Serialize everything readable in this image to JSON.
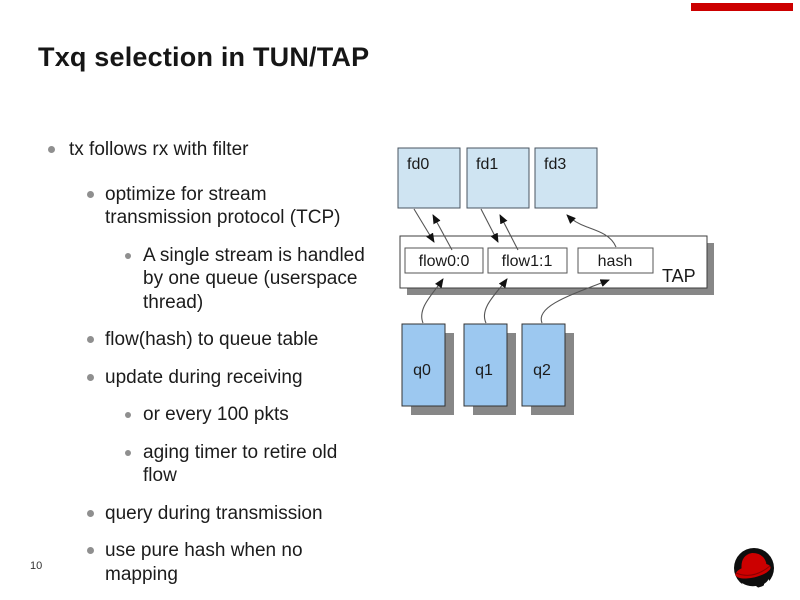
{
  "slide": {
    "title": "Txq selection in TUN/TAP",
    "accent_color": "#cc0000"
  },
  "bullets": [
    {
      "level": 1,
      "text": "tx follows rx with filter"
    },
    {
      "level": 2,
      "text": "optimize for stream transmission protocol (TCP)"
    },
    {
      "level": 3,
      "text": "A single stream is handled by one queue (userspace thread)"
    },
    {
      "level": 2,
      "text": "flow(hash) to queue table"
    },
    {
      "level": 2,
      "text": "update during receiving"
    },
    {
      "level": 3,
      "text": "or every 100 pkts"
    },
    {
      "level": 3,
      "text": "aging timer to retire old flow"
    },
    {
      "level": 2,
      "text": "query during transmission"
    },
    {
      "level": 2,
      "text": "use pure hash when no mapping"
    }
  ],
  "diagram": {
    "fd_boxes": [
      "fd0",
      "fd1",
      "fd3"
    ],
    "flow_entries": [
      "flow0:0",
      "flow1:1",
      "hash"
    ],
    "tap_label": "TAP",
    "queue_boxes": [
      "q0",
      "q1",
      "q2"
    ],
    "colors": {
      "fd_fill": "#cfe4f2",
      "queue_fill": "#9cc8f0",
      "box_stroke": "#4a5560",
      "shadow": "#878787",
      "line": "#555555",
      "arrowhead": "#111111"
    }
  },
  "footer": {
    "page_number": "10",
    "logo_icon": "redhat-shadowman"
  }
}
